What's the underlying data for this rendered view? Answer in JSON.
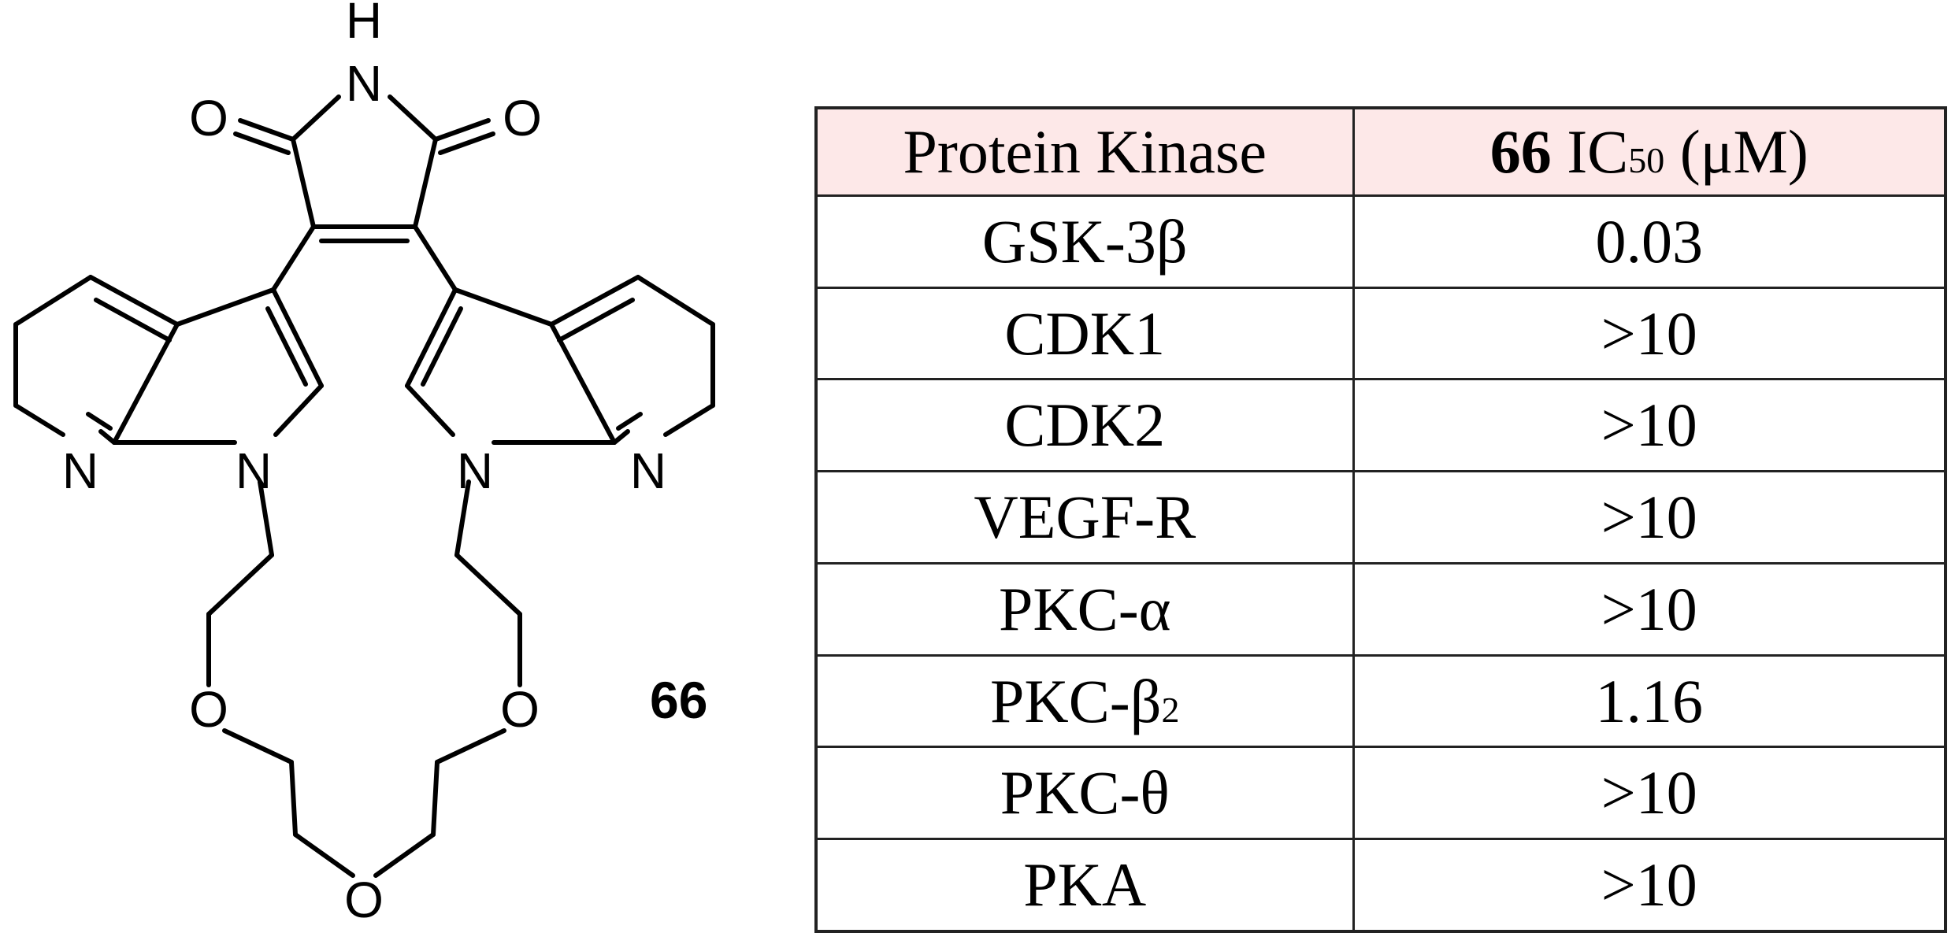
{
  "figure": {
    "compound_label": "66",
    "atom_labels": {
      "imide_h": "H",
      "imide_n": "N",
      "carbonyl_o_left": "O",
      "carbonyl_o_right": "O",
      "pyridine_n_left": "N",
      "pyrrole_n_left": "N",
      "pyrrole_n_right": "N",
      "pyridine_n_right": "N",
      "ether_o_left": "O",
      "ether_o_right": "O",
      "ether_o_bottom": "O"
    }
  },
  "table": {
    "header": {
      "col1": "Protein Kinase",
      "col2_compound": "66",
      "col2_ic": "IC",
      "col2_sub": "50",
      "col2_unit": "(μM)"
    },
    "rows": [
      {
        "kinase": "GSK-3β",
        "sub": "",
        "ic50": "0.03"
      },
      {
        "kinase": "CDK1",
        "sub": "",
        "ic50": ">10"
      },
      {
        "kinase": "CDK2",
        "sub": "",
        "ic50": ">10"
      },
      {
        "kinase": "VEGF-R",
        "sub": "",
        "ic50": ">10"
      },
      {
        "kinase": "PKC-α",
        "sub": "",
        "ic50": ">10"
      },
      {
        "kinase": "PKC-β",
        "sub": "2",
        "ic50": "1.16"
      },
      {
        "kinase": "PKC-θ",
        "sub": "",
        "ic50": ">10"
      },
      {
        "kinase": "PKA",
        "sub": "",
        "ic50": ">10"
      }
    ]
  }
}
